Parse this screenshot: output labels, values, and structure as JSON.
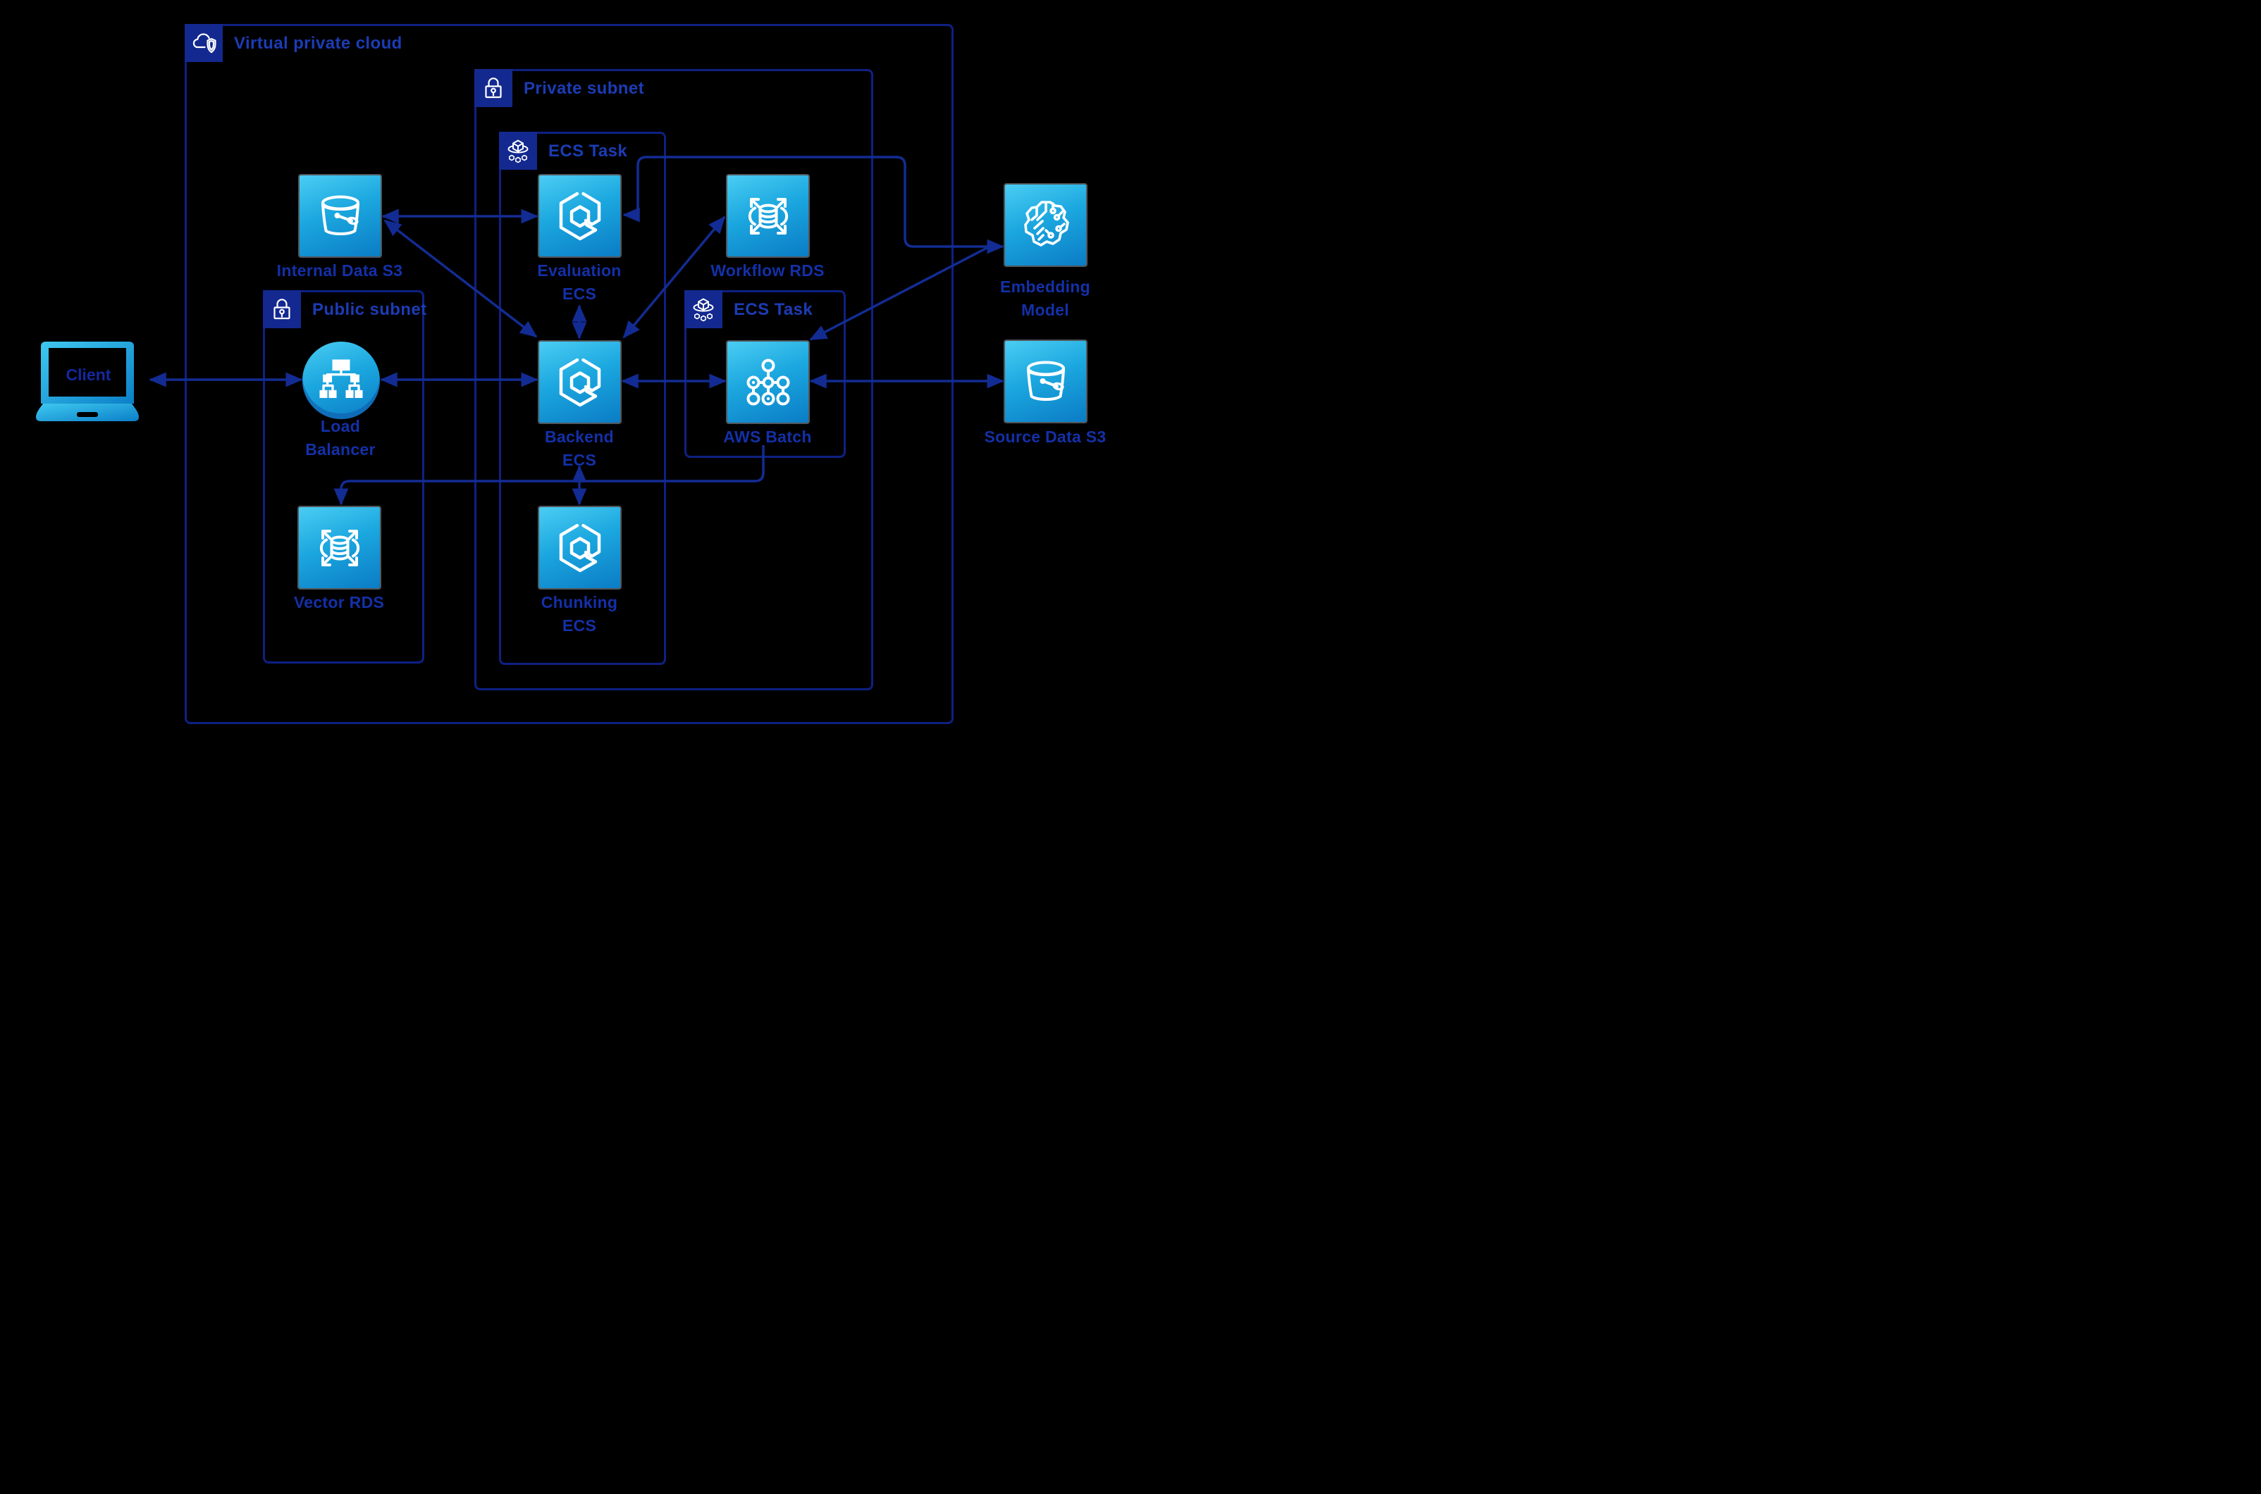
{
  "diagram": {
    "title": "AWS VPC architecture diagram",
    "colors": {
      "background": "#000000",
      "container_border": "#0e2183",
      "badge_fill": "#13298f",
      "container_label_text": "#1c3cb5",
      "node_label_text": "#1430a8",
      "connection_line": "#132c93",
      "icon_gradient_light": "#4acdf3",
      "icon_gradient_dark": "#0b7cc5",
      "icon_glyph": "#ffffff"
    },
    "containers": {
      "vpc": {
        "label": "Virtual private cloud",
        "icon": "cloud-shield-icon",
        "contains": [
          "public_subnet",
          "private_subnet",
          "internal_data_s3",
          "load_balancer",
          "vector_rds"
        ]
      },
      "private_subnet": {
        "label": "Private subnet",
        "icon": "lock-icon",
        "contains": [
          "ecs_task_1",
          "ecs_task_2",
          "workflow_rds"
        ]
      },
      "ecs_task_1": {
        "label": "ECS Task",
        "icon": "ecs-task-icon",
        "contains": [
          "evaluation_ecs",
          "backend_ecs",
          "chunking_ecs"
        ]
      },
      "public_subnet": {
        "label": "Public subnet",
        "icon": "lock-icon",
        "contains": [
          "load_balancer",
          "vector_rds"
        ]
      },
      "ecs_task_2": {
        "label": "ECS Task",
        "icon": "ecs-task-icon",
        "contains": [
          "aws_batch"
        ]
      }
    },
    "nodes": {
      "client": {
        "lines": [
          "Client"
        ],
        "icon": "laptop-icon"
      },
      "internal_data_s3": {
        "lines": [
          "Internal Data S3"
        ],
        "icon": "s3-bucket-icon"
      },
      "evaluation_ecs": {
        "lines": [
          "Evaluation",
          "ECS"
        ],
        "icon": "ecs-hexagon-icon"
      },
      "workflow_rds": {
        "lines": [
          "Workflow RDS"
        ],
        "icon": "rds-database-icon"
      },
      "embedding_model": {
        "lines": [
          "Embedding",
          "Model"
        ],
        "icon": "brain-circuit-icon"
      },
      "load_balancer": {
        "lines": [
          "Load",
          "Balancer"
        ],
        "icon": "load-balancer-icon"
      },
      "backend_ecs": {
        "lines": [
          "Backend",
          "ECS"
        ],
        "icon": "ecs-hexagon-icon"
      },
      "aws_batch": {
        "lines": [
          "AWS Batch"
        ],
        "icon": "batch-molecule-icon"
      },
      "source_data_s3": {
        "lines": [
          "Source Data S3"
        ],
        "icon": "s3-bucket-icon"
      },
      "vector_rds": {
        "lines": [
          "Vector RDS"
        ],
        "icon": "rds-database-icon"
      },
      "chunking_ecs": {
        "lines": [
          "Chunking",
          "ECS"
        ],
        "icon": "ecs-hexagon-icon"
      }
    },
    "connections": [
      {
        "from": "client",
        "to": "load_balancer",
        "direction": "both"
      },
      {
        "from": "load_balancer",
        "to": "backend_ecs",
        "direction": "both"
      },
      {
        "from": "internal_data_s3",
        "to": "evaluation_ecs",
        "direction": "both"
      },
      {
        "from": "internal_data_s3",
        "to": "backend_ecs",
        "direction": "both"
      },
      {
        "from": "evaluation_ecs",
        "to": "backend_ecs",
        "direction": "both"
      },
      {
        "from": "backend_ecs",
        "to": "workflow_rds",
        "direction": "both"
      },
      {
        "from": "backend_ecs",
        "to": "aws_batch",
        "direction": "both"
      },
      {
        "from": "backend_ecs",
        "to": "chunking_ecs",
        "direction": "both"
      },
      {
        "from": "aws_batch",
        "to": "source_data_s3",
        "direction": "both"
      },
      {
        "from": "aws_batch",
        "to": "embedding_model",
        "direction": "both"
      },
      {
        "from": "evaluation_ecs",
        "to": "embedding_model",
        "direction": "both"
      },
      {
        "from": "aws_batch",
        "to": "vector_rds",
        "direction": "to"
      }
    ]
  }
}
